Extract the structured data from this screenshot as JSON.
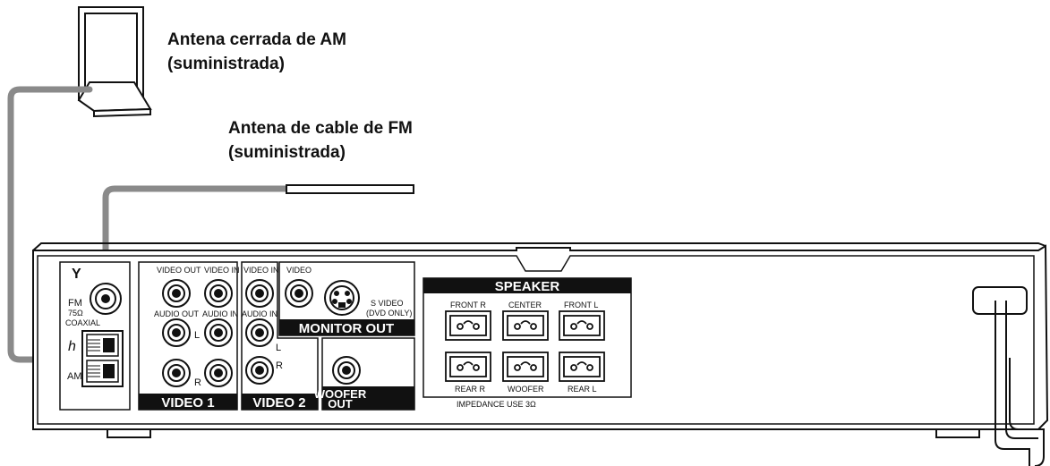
{
  "callouts": {
    "am_antenna": {
      "line1": "Antena cerrada de AM",
      "line2": "(suministrada)"
    },
    "fm_antenna": {
      "line1": "Antena de cable de FM",
      "line2": "(suministrada)"
    }
  },
  "antenna_panel": {
    "fm_label": "FM",
    "fm_ohm": "75Ω",
    "fm_coaxial": "COAXIAL",
    "am_label": "AM"
  },
  "video1": {
    "video_out": "VIDEO OUT",
    "video_in": "VIDEO IN",
    "audio_out": "AUDIO OUT",
    "audio_in": "AUDIO IN",
    "l": "L",
    "r": "R",
    "title": "VIDEO 1"
  },
  "video2": {
    "video_in": "VIDEO IN",
    "audio_in": "AUDIO IN",
    "l": "L",
    "r": "R",
    "title": "VIDEO 2"
  },
  "monitor_out": {
    "video": "VIDEO",
    "s_video": "S VIDEO",
    "dvd_only": "(DVD ONLY)",
    "title": "MONITOR OUT"
  },
  "woofer": {
    "line1": "WOOFER",
    "line2": "OUT"
  },
  "speaker": {
    "title": "SPEAKER",
    "front_r": "FRONT R",
    "center": "CENTER",
    "front_l": "FRONT L",
    "rear_r": "REAR R",
    "woofer": "WOOFER",
    "rear_l": "REAR L",
    "impedance": "IMPEDANCE USE  3Ω"
  },
  "colors": {
    "cable": "#8a8a8a",
    "line": "#111111",
    "panel_fill": "#ffffff",
    "label_bar": "#111111"
  }
}
